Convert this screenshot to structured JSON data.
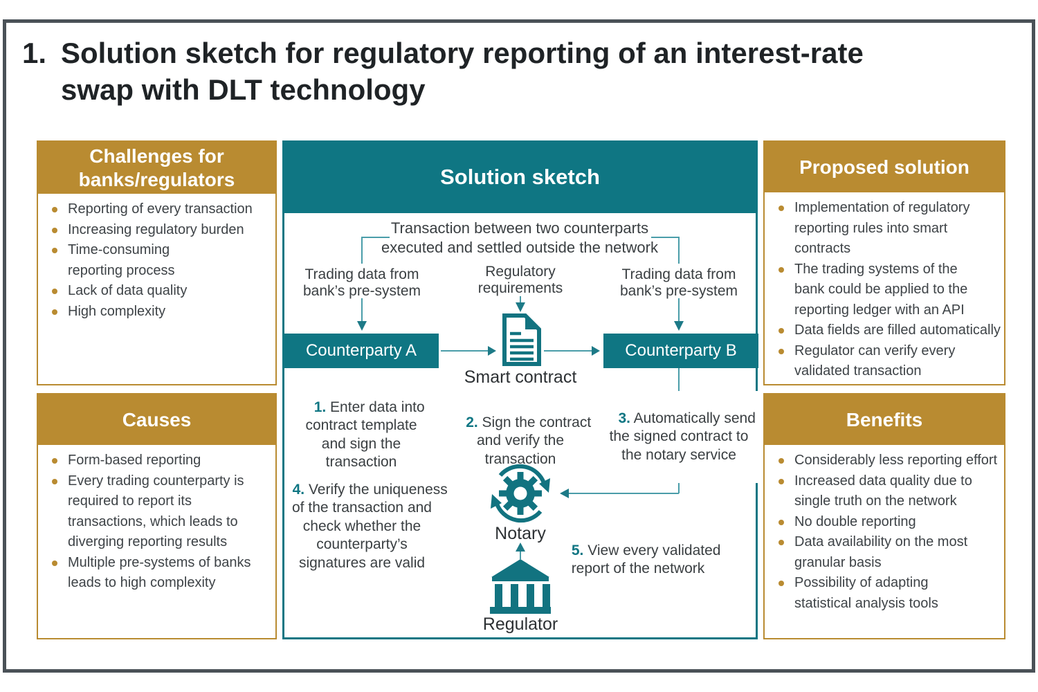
{
  "title": {
    "number": "1.",
    "text": "Solution sketch for regulatory reporting of an interest-rate\nswap with DLT technology"
  },
  "colors": {
    "teal": "#0f7683",
    "teal_line": "#4a9da9",
    "gold": "#b98b31",
    "body_text": "#3e4347",
    "panel_border": "#4a5157",
    "header_text": "#ffffff"
  },
  "boxes": {
    "challenges": {
      "title": "Challenges for\nbanks/regulators",
      "items": [
        "Reporting of every transaction",
        "Increasing regulatory burden",
        "Time-consuming\nreporting process",
        "Lack of data quality",
        "High complexity"
      ]
    },
    "causes": {
      "title": "Causes",
      "items": [
        "Form-based reporting",
        "Every trading counterparty is\nrequired to report its\ntransactions, which leads to\ndiverging reporting results",
        "Multiple pre-systems of banks\nleads to high complexity"
      ]
    },
    "proposed": {
      "title": "Proposed solution",
      "items": [
        "Implementation of regulatory\nreporting rules into smart\ncontracts",
        "The trading systems of the\nbank could be applied to the\nreporting ledger with an API",
        "Data fields are filled automatically",
        "Regulator can verify every\nvalidated transaction"
      ]
    },
    "benefits": {
      "title": "Benefits",
      "items": [
        "Considerably less reporting effort",
        "Increased data quality due to\nsingle truth on the network",
        "No double reporting",
        "Data availability on the most\ngranular basis",
        "Possibility of adapting\nstatistical analysis tools"
      ]
    }
  },
  "flow": {
    "title": "Solution sketch",
    "top_note": "Transaction between two counterparts\nexecuted and settled outside the network",
    "left_input": "Trading data from\nbank’s pre-system",
    "center_input": "Regulatory\nrequirements",
    "right_input": "Trading data from\nbank’s pre-system",
    "counterparty_a": "Counterparty A",
    "counterparty_b": "Counterparty B",
    "smart_contract_label": "Smart contract",
    "notary_label": "Notary",
    "regulator_label": "Regulator",
    "steps": [
      {
        "num": "1.",
        "text": "Enter data into\ncontract template\nand sign the\ntransaction"
      },
      {
        "num": "2.",
        "text": "Sign the contract\nand verify the\ntransaction"
      },
      {
        "num": "3.",
        "text": "Automatically send\nthe signed contract to\nthe notary service"
      },
      {
        "num": "4.",
        "text": "Verify the uniqueness\nof the transaction and\ncheck whether the\ncounterparty’s\nsignatures are valid"
      },
      {
        "num": "5.",
        "text": "View every validated\nreport of the network"
      }
    ],
    "icons": [
      "smart-contract-document-icon",
      "notary-process-gear-icon",
      "regulator-bank-icon"
    ]
  }
}
